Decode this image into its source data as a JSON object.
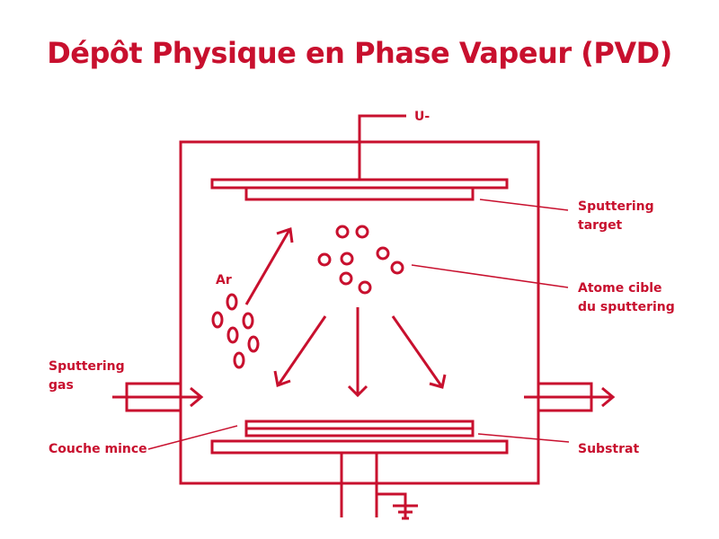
{
  "title": "Dépôt Physique en Phase Vapeur (PVD)",
  "color": "#c8102e",
  "labels": {
    "voltage": "U-",
    "argon": "Ar",
    "sputtering_target": [
      "Sputtering",
      "target"
    ],
    "target_atom": [
      "Atome cible",
      "du sputtering"
    ],
    "sputtering_gas": [
      "Sputtering",
      "gas"
    ],
    "thin_film": "Couche mince",
    "substrate": "Substrat"
  },
  "icons": {
    "ground": "ground-symbol",
    "flow_in": "arrow-right",
    "flow_out": "arrow-right"
  }
}
